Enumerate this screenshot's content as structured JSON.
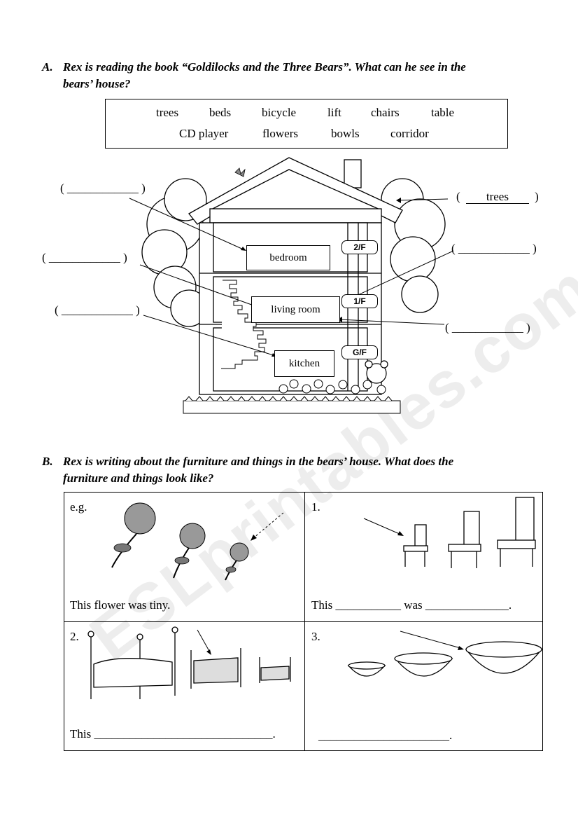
{
  "section_a": {
    "letter": "A.",
    "question_line1": "Rex is reading the book “Goldilocks and the Three Bears”.   What can he see in the",
    "question_line2": "bears’ house?",
    "word_bank": [
      "trees",
      "beds",
      "bicycle",
      "lift",
      "chairs",
      "table",
      "CD player",
      "flowers",
      "bowls",
      "corridor"
    ]
  },
  "house": {
    "room_labels": {
      "bedroom": "bedroom",
      "living_room": "living room",
      "kitchen": "kitchen"
    },
    "floors": {
      "second": "2/F",
      "first": "1/F",
      "ground": "G/F"
    },
    "blank_answers": {
      "top_left": "(  ____________  )",
      "mid_left": "( ____________ )",
      "low_left": "( ____________ )",
      "right_top_prefix": "(",
      "right_top_answer": "trees",
      "right_top_suffix": ")",
      "right_mid": "( ____________ )",
      "right_low": "( ____________ )"
    }
  },
  "section_b": {
    "letter": "B.",
    "question_line1": "Rex is writing about the furniture and things in the bears’ house.   What does the",
    "question_line2": "furniture and things look like?",
    "cells": {
      "eg": {
        "label": "e.g.",
        "sentence": "This flower was tiny."
      },
      "one": {
        "label": "1.",
        "sentence": "This ___________ was ______________."
      },
      "two": {
        "label": "2.",
        "sentence": "This ______________________________."
      },
      "three": {
        "label": "3.",
        "sentence": "______________________."
      }
    }
  },
  "watermark": "ESLprintables.com"
}
